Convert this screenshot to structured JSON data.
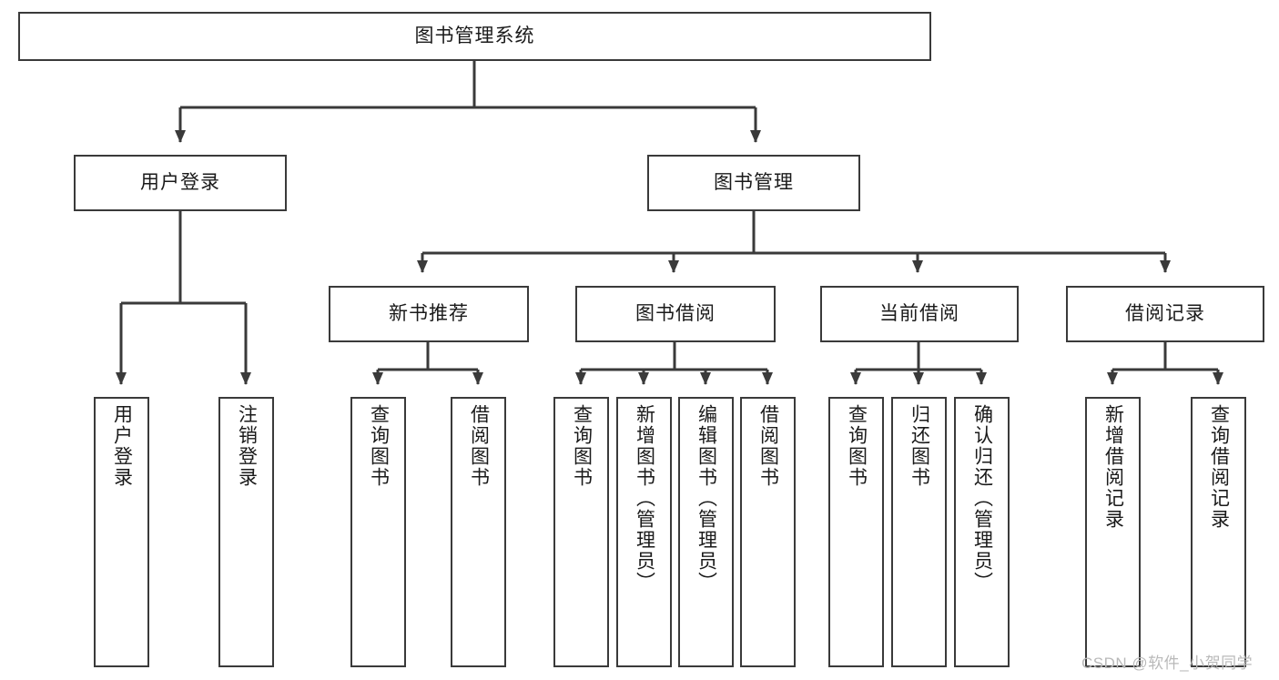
{
  "diagram": {
    "title": "图书管理系统",
    "type": "tree",
    "watermark": "CSDN @软件_小贺同学",
    "colors": {
      "stroke": "#3a3a3a",
      "fill": "#ffffff",
      "text": "#1a1a1a",
      "watermark": "#b9b9b9"
    },
    "root": {
      "label": "图书管理系统"
    },
    "level2": [
      {
        "label": "用户登录"
      },
      {
        "label": "图书管理"
      }
    ],
    "level3": [
      {
        "label": "新书推荐"
      },
      {
        "label": "图书借阅"
      },
      {
        "label": "当前借阅"
      },
      {
        "label": "借阅记录"
      }
    ],
    "leaves": {
      "user_login": [
        {
          "label": "用户登录"
        },
        {
          "label": "注销登录"
        }
      ],
      "new_book": [
        {
          "label": "查询图书"
        },
        {
          "label": "借阅图书"
        }
      ],
      "book_borrow": [
        {
          "label": "查询图书"
        },
        {
          "label": "新增图书（管理员）"
        },
        {
          "label": "编辑图书（管理员）"
        },
        {
          "label": "借阅图书"
        }
      ],
      "current_borrow": [
        {
          "label": "查询图书"
        },
        {
          "label": "归还图书"
        },
        {
          "label": "确认归还（管理员）"
        }
      ],
      "borrow_record": [
        {
          "label": "新增借阅记录"
        },
        {
          "label": "查询借阅记录"
        }
      ]
    }
  }
}
